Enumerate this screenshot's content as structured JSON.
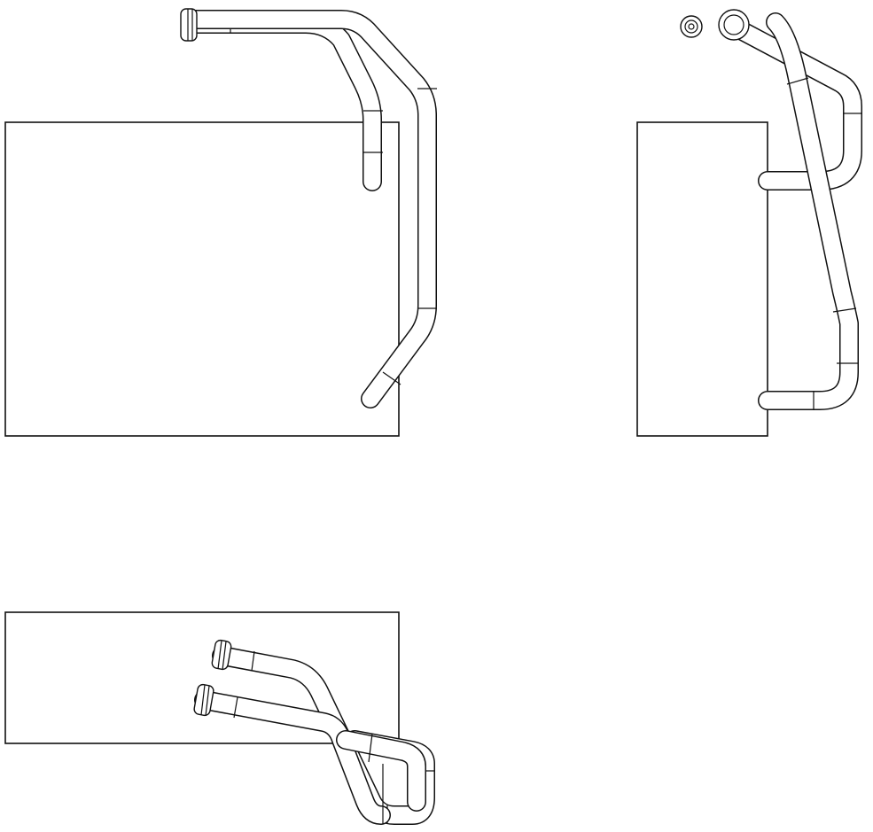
{
  "drawing": {
    "style": "line-drawing",
    "views": [
      "front-view",
      "side-view",
      "top-view"
    ],
    "line_color": "#111111",
    "background": "#ffffff"
  }
}
